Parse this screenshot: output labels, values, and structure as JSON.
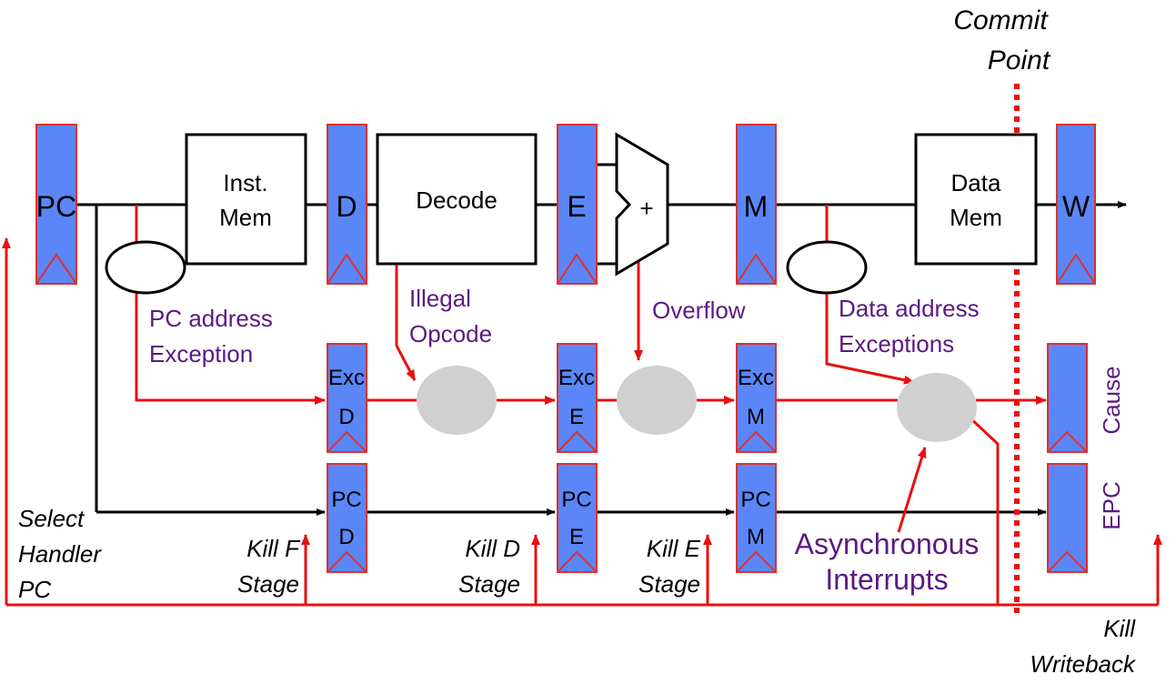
{
  "registers": {
    "pc": "PC",
    "d": "D",
    "e": "E",
    "m": "M",
    "w": "W",
    "exc_d": [
      "Exc",
      "D"
    ],
    "exc_e": [
      "Exc",
      "E"
    ],
    "exc_m": [
      "Exc",
      "M"
    ],
    "pc_d": [
      "PC",
      "D"
    ],
    "pc_e": [
      "PC",
      "E"
    ],
    "pc_m": [
      "PC",
      "M"
    ],
    "cause": "Cause",
    "epc": "EPC"
  },
  "blocks": {
    "inst_mem": [
      "Inst.",
      "Mem"
    ],
    "decode": "Decode",
    "alu": "+",
    "data_mem": [
      "Data",
      "Mem"
    ]
  },
  "exceptions": {
    "pc_address": [
      "PC address",
      "Exception"
    ],
    "illegal_opcode": [
      "Illegal",
      "Opcode"
    ],
    "overflow": "Overflow",
    "data_address": [
      "Data address",
      "Exceptions"
    ],
    "async_interrupts": [
      "Asynchronous",
      "Interrupts"
    ]
  },
  "commit_point": [
    "Commit",
    "Point"
  ],
  "controls": {
    "select_handler": [
      "Select",
      "Handler",
      "PC"
    ],
    "kill_f": [
      "Kill F",
      "Stage"
    ],
    "kill_d": [
      "Kill D",
      "Stage"
    ],
    "kill_e": [
      "Kill E",
      "Stage"
    ],
    "kill_writeback": [
      "Kill",
      "Writeback"
    ]
  },
  "colors": {
    "register_fill": "#5b86f7",
    "register_border": "#e03030",
    "exception_path": "#e81010",
    "label_purple": "#5b1a82",
    "combine_node": "#d0d0d0"
  }
}
